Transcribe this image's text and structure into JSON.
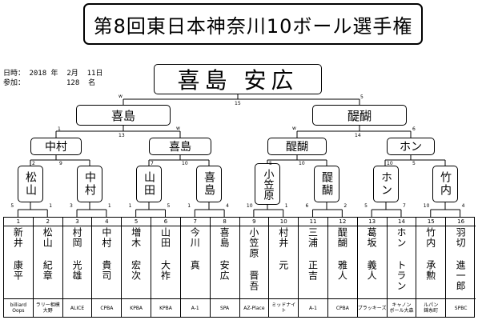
{
  "title": "第8回東日本神奈川10ボール選手権",
  "info": {
    "date_label": "日時：",
    "date_value": "2018 年  2月  11日",
    "participants_label": "参加：",
    "participants_value": "128  名"
  },
  "champion": "喜島 安広",
  "final": {
    "left": "喜島",
    "right": "醍醐",
    "score_left": "15",
    "score_right": "5"
  },
  "semis": [
    {
      "name": "中村",
      "score": "1"
    },
    {
      "name": "喜島",
      "score": "13"
    },
    {
      "name": "醍醐",
      "score": "14"
    },
    {
      "name": "ホン",
      "score": "6"
    }
  ],
  "quarters": [
    {
      "name": "松山",
      "score": "2"
    },
    {
      "name": "中村",
      "score": "9"
    },
    {
      "name": "山田",
      "score": "7"
    },
    {
      "name": "喜島",
      "score": "10"
    },
    {
      "name": "小笠原",
      "score": "5"
    },
    {
      "name": "醍醐",
      "score": "10"
    },
    {
      "name": "ホン",
      "score": "10"
    },
    {
      "name": "竹内",
      "score": "5"
    }
  ],
  "r1_scores": [
    [
      "5",
      "1"
    ],
    [
      "3",
      "1"
    ],
    [
      "1",
      "5"
    ],
    [
      "1",
      "4"
    ],
    [
      "10",
      "1"
    ],
    [
      "6",
      "2"
    ],
    [
      "5",
      "7"
    ],
    [
      "10",
      "4"
    ]
  ],
  "players": [
    {
      "no": "1",
      "name": "新井 康平",
      "club": "billiard\nOops"
    },
    {
      "no": "2",
      "name": "松山 紀章",
      "club": "ラリー相模\n大野"
    },
    {
      "no": "3",
      "name": "村岡 光雄",
      "club": "ALICE"
    },
    {
      "no": "4",
      "name": "中村 貴司",
      "club": "CPBA"
    },
    {
      "no": "5",
      "name": "増木 宏次",
      "club": "KPBA"
    },
    {
      "no": "6",
      "name": "山田 大祚",
      "club": "KPBA"
    },
    {
      "no": "7",
      "name": "今川 真",
      "club": "A-1"
    },
    {
      "no": "8",
      "name": "喜島 安広",
      "club": "SPA"
    },
    {
      "no": "9",
      "name": "小笠原 晋吾",
      "club": "AZ-Place"
    },
    {
      "no": "10",
      "name": "村井 元",
      "club": "ミッドナイト"
    },
    {
      "no": "11",
      "name": "三浦 正吉",
      "club": "A-1"
    },
    {
      "no": "12",
      "name": "醍醐 雅人",
      "club": "CPBA"
    },
    {
      "no": "13",
      "name": "葛坂 義人",
      "club": "ブラッキーズ"
    },
    {
      "no": "14",
      "name": "ホン トラン",
      "club": "キャノン\nボール大森"
    },
    {
      "no": "15",
      "name": "竹内 承勲",
      "club": "ルパン\n錦糸町"
    },
    {
      "no": "16",
      "name": "羽切 進一郎",
      "club": "SPBC"
    }
  ],
  "winner_mark": "w"
}
